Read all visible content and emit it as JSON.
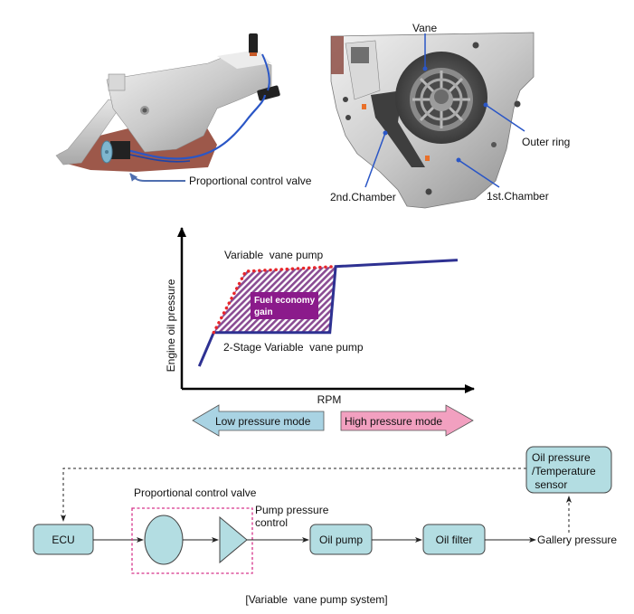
{
  "photos": {
    "pump_exterior": {
      "callouts": [
        {
          "label": "Proportional control valve"
        }
      ]
    },
    "pump_interior": {
      "callouts": [
        {
          "label": "Vane"
        },
        {
          "label": "Outer ring"
        },
        {
          "label": "2nd.Chamber"
        },
        {
          "label": "1st.Chamber"
        }
      ]
    }
  },
  "chart_data": {
    "type": "line",
    "title": "",
    "xlabel": "RPM",
    "ylabel": "Engine oil pressure",
    "grid": false,
    "legend": "none",
    "axis_units": "qualitative (no ticks)",
    "xlim": [
      0,
      100
    ],
    "ylim": [
      0,
      100
    ],
    "series": [
      {
        "name": "2-Stage Variable  vane pump",
        "style": "solid",
        "color": "#2e3192",
        "points": [
          [
            6,
            14
          ],
          [
            11,
            35
          ],
          [
            51,
            35
          ],
          [
            53,
            76
          ],
          [
            95,
            80
          ]
        ]
      },
      {
        "name": "Variable  vane pump",
        "style": "dotted",
        "color": "#e8262b",
        "points": [
          [
            11,
            35
          ],
          [
            22,
            73
          ],
          [
            53,
            76
          ]
        ]
      }
    ],
    "annotations": [
      {
        "text": "Variable  vane pump",
        "position": "above upper plateau"
      },
      {
        "text": "2-Stage Variable  vane pump",
        "position": "below lower plateau"
      },
      {
        "text": "Fuel economy\ngain",
        "line1": "Fuel economy",
        "line2": "gain",
        "position": "inside hatched region between curves",
        "fill_color": "#8b1a8b"
      }
    ],
    "mode_arrows": [
      {
        "label": "Low pressure mode",
        "direction": "left",
        "color": "#a9d3e3"
      },
      {
        "label": "High pressure mode",
        "direction": "right",
        "color": "#f2a0c0"
      }
    ]
  },
  "flow": {
    "nodes": {
      "ecu": "ECU",
      "oil_pump": "Oil pump",
      "oil_filter": "Oil filter",
      "gallery": "Gallery pressure",
      "sensor_line1": "Oil pressure",
      "sensor_line2": "/Temperature",
      "sensor_line3": " sensor"
    },
    "group_label": "Proportional control valve",
    "pump_pressure_line1": "Pump pressure",
    "pump_pressure_line2": "control",
    "node_fill": "#b3dde2",
    "group_border": "#d6338a"
  },
  "caption": "[Variable  vane pump system]"
}
